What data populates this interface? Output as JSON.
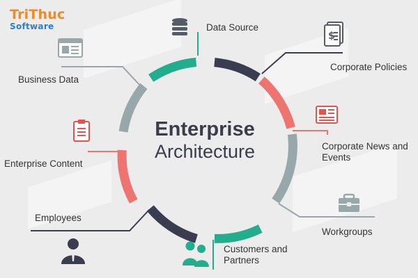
{
  "logo": {
    "top": "TriThuc",
    "bottom": "Software"
  },
  "center": {
    "line1": "Enterprise",
    "line2": "Architecture"
  },
  "colors": {
    "teal": "#22ad8c",
    "navy": "#3a3d4f",
    "coral": "#ee7470",
    "gray": "#98a7a9",
    "icon": "#555b68",
    "icon_red": "#e8524e"
  },
  "nodes": [
    {
      "id": "data-source",
      "label": "Data Source",
      "icon": "database-icon"
    },
    {
      "id": "corporate-policies",
      "label": "Corporate Policies",
      "icon": "policy-document-icon"
    },
    {
      "id": "corporate-news",
      "label": "Corporate News and Events",
      "icon": "newspaper-icon"
    },
    {
      "id": "workgroups",
      "label": "Workgroups",
      "icon": "briefcase-icon"
    },
    {
      "id": "customers",
      "label": "Customers and Partners",
      "icon": "customers-icon"
    },
    {
      "id": "employees",
      "label": "Employees",
      "icon": "employee-icon"
    },
    {
      "id": "enterprise-content",
      "label": "Enterprise Content",
      "icon": "clipboard-icon"
    },
    {
      "id": "business-data",
      "label": "Business Data",
      "icon": "browser-window-icon"
    }
  ]
}
